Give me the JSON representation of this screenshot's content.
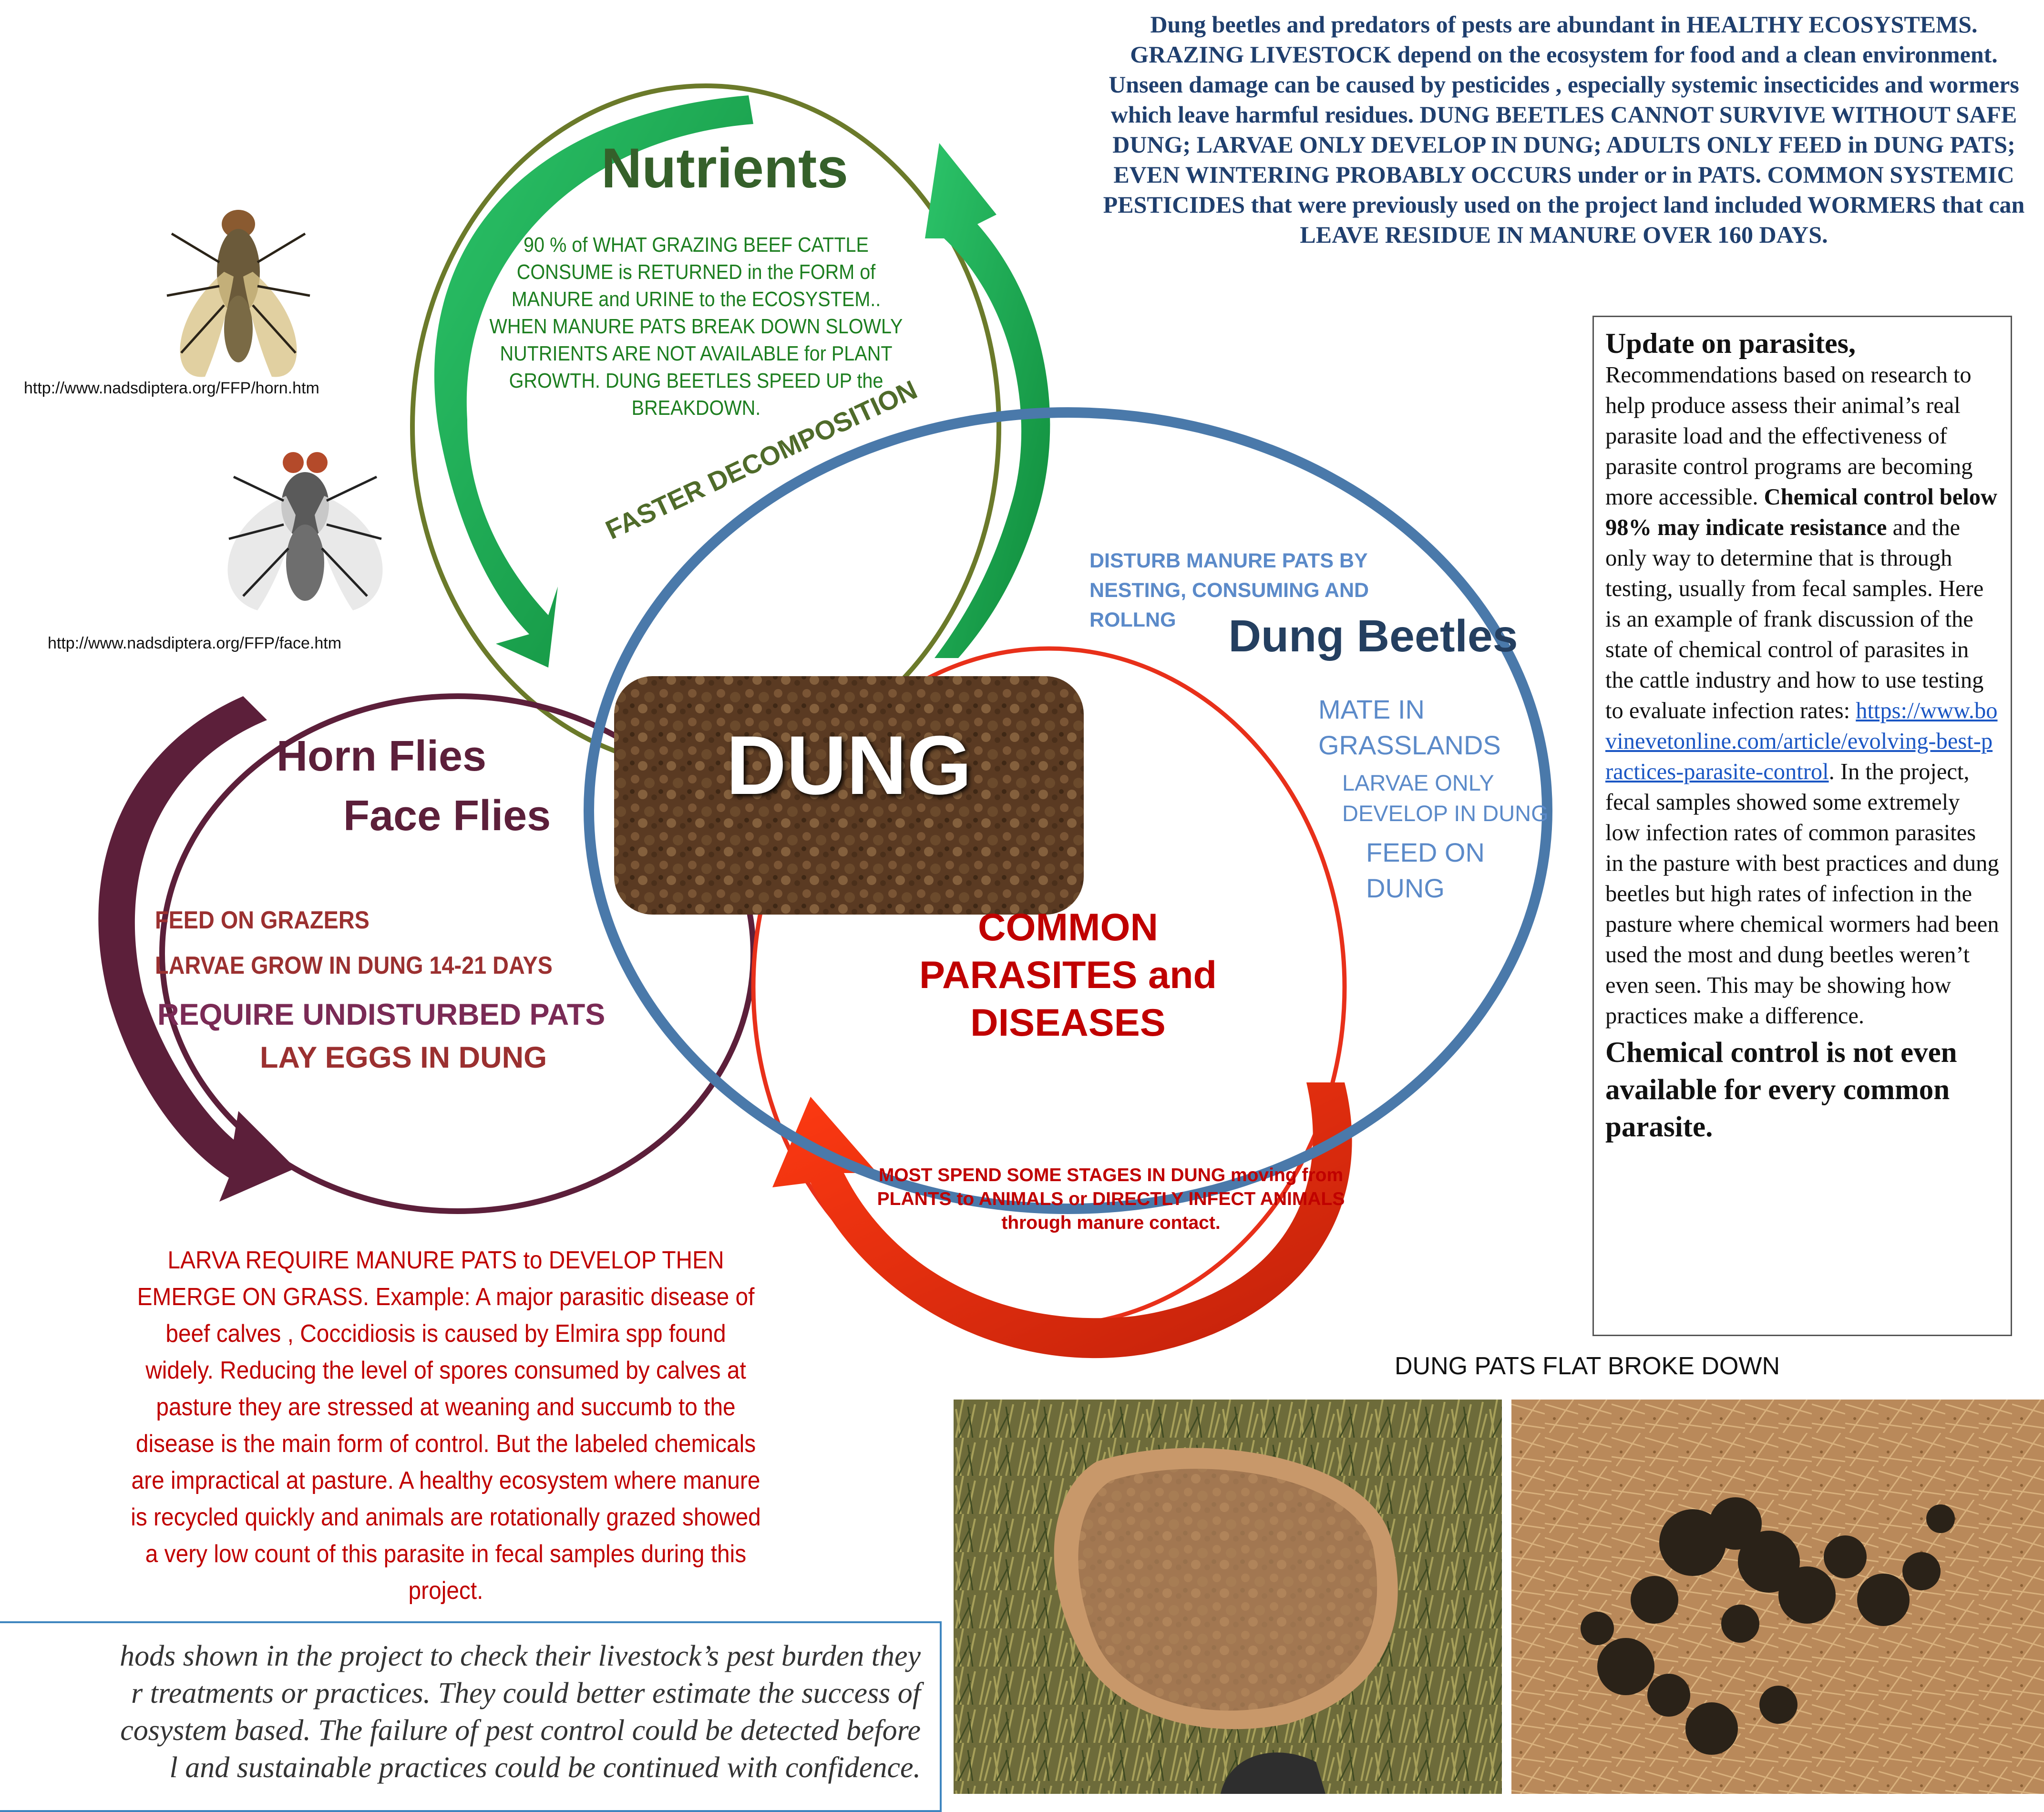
{
  "top_text": "Dung beetles and predators of pests are abundant in HEALTHY ECOSYSTEMS.  GRAZING LIVESTOCK depend on the ecosystem for food and a clean environment. Unseen damage can be caused by pesticides , especially systemic insecticides and wormers which leave harmful residues. DUNG BEETLES CANNOT SURVIVE WITHOUT SAFE DUNG; LARVAE ONLY DEVELOP IN DUNG; ADULTS ONLY FEED in DUNG PATS; EVEN WINTERING PROBABLY OCCURS  under or in  PATS.  COMMON  SYSTEMIC PESTICIDES that were previously used on the project land included WORMERS that can LEAVE RESIDUE IN MANURE OVER 160 DAYS.",
  "nutrients": {
    "title": "Nutrients",
    "body": "90 % of WHAT GRAZING BEEF CATTLE CONSUME is RETURNED in the FORM of MANURE and URINE to the ECOSYSTEM.. WHEN MANURE PATS BREAK DOWN SLOWLY NUTRIENTS ARE NOT AVAILABLE for PLANT GROWTH. DUNG BEETLES SPEED UP the BREAKDOWN."
  },
  "faster_decomposition": "FASTER DECOMPOSITION",
  "dung_label": "DUNG",
  "dung_beetles": {
    "title": "Dung Beetles",
    "disturb": "DISTURB MANURE PATS BY NESTING, CONSUMING AND ROLLNG",
    "mate_1": "MATE IN",
    "mate_2": "GRASSLANDS",
    "larvae_1": "LARVAE ONLY",
    "larvae_2": "DEVELOP IN DUNG",
    "feed_1": "FEED ON",
    "feed_2": "DUNG"
  },
  "flies": {
    "title_line1": "Horn Flies",
    "title_line2": "Face Flies",
    "feed": "FEED ON GRAZERS",
    "larvae": "LARVAE GROW IN DUNG 14-21 DAYS",
    "require": "REQUIRE UNDISTURBED PATS",
    "lay": "LAY EGGS IN DUNG"
  },
  "parasites": {
    "title_line1": "COMMON",
    "title_line2": "PARASITES and",
    "title_line3": "DISEASES",
    "note": "MOST SPEND SOME STAGES IN DUNG moving from PLANTS to ANIMALS or DIRECTLY INFECT ANIMALS through manure contact."
  },
  "larva_text": "LARVA  REQUIRE MANURE PATS to DEVELOP THEN EMERGE ON GRASS. Example: A major parasitic disease of beef calves , Coccidiosis is caused by Elmira spp found widely. Reducing the level of spores consumed by calves at pasture they are stressed at weaning and succumb to the disease is the main form of control. But the labeled chemicals are impractical at pasture. A healthy ecosystem where manure is recycled quickly and animals are rotationally grazed showed a very low count of this parasite in fecal samples during this project.",
  "update": {
    "title": "Update on parasites,",
    "body_1": "Recommendations based on research to help produce assess their animal’s real parasite load and the effectiveness of parasite control programs are becoming more accessible. ",
    "bold_1": "Chemical control below 98% may indicate resistance",
    "body_2": " and the only way to determine that is through testing, usually from fecal samples. Here is an example of frank discussion of the state of chemical control  of parasites in the cattle industry and how to use testing to evaluate infection rates: ",
    "link": "https://www.bovinevetonline.com/article/evolving-best-practices-parasite-control",
    "body_3": ". In the project, fecal samples showed some extremely low infection rates of common parasites in the pasture with best practices and dung beetles but high rates of infection in the pasture where chemical wormers had been used the most and dung beetles weren’t even seen.  This may be showing how practices make a difference.",
    "closing": "Chemical control is not even available for every common parasite."
  },
  "fly_captions": {
    "horn": "http://www.nadsdiptera.org/FFP/horn.htm",
    "face": "http://www.nadsdiptera.org/FFP/face.htm"
  },
  "pats_caption": "DUNG PATS FLAT BROKE DOWN",
  "bottom_text": {
    "line1": "hods shown in the project to check their livestock’s pest burden they",
    "line2": "r treatments or practices. They could better estimate the success of",
    "line3": "cosystem based. The failure of pest control could be detected before",
    "line4": "l and sustainable practices could be continued with confidence."
  },
  "colors": {
    "nutrients_arrow": "#1aa84a",
    "beetles_ring": "#4a79aa",
    "flies_ring": "#5c1f3a",
    "parasites_ring": "#e8301a",
    "dung_brown": "#5a3a22"
  }
}
